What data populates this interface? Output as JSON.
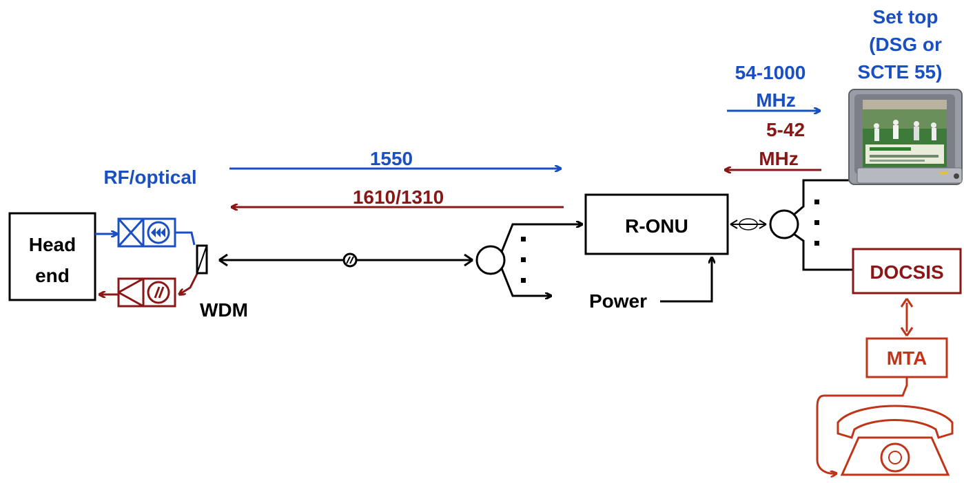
{
  "colors": {
    "downstream": "#1a4fc4",
    "upstream": "#8a1616",
    "voice": "#c03418",
    "black": "#000000"
  },
  "labels": {
    "head_end_line1": "Head",
    "head_end_line2": "end",
    "rf_optical": "RF/optical",
    "wdm": "WDM",
    "wavelength_down": "1550",
    "wavelength_up": "1610/1310",
    "r_onu": "R-ONU",
    "power": "Power",
    "set_top_line1": "Set top",
    "set_top_line2": "(DSG or",
    "set_top_line3": "SCTE 55)",
    "down_freq_line1": "54-1000",
    "down_freq_line2": "MHz",
    "up_freq_line1": "5-42",
    "up_freq_line2": "MHz",
    "docsis": "DOCSIS",
    "mta": "MTA"
  },
  "icons": {
    "tv": "television-set-top-icon",
    "phone": "telephone-icon",
    "transmitter": "optical-transmitter-icon",
    "receiver": "optical-receiver-icon",
    "splitter": "splitter-icon"
  }
}
